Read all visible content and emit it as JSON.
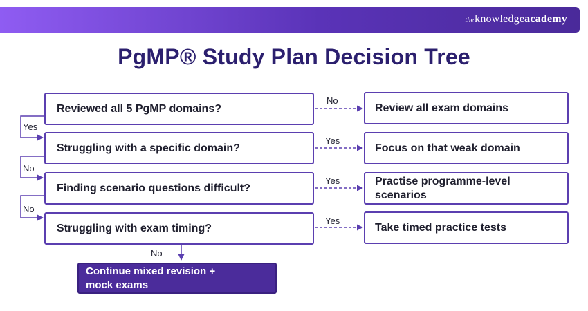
{
  "brand": {
    "prefix": "the",
    "name": "knowledge",
    "suffix": "academy"
  },
  "title": "PgMP® Study Plan Decision Tree",
  "questions": [
    "Reviewed all 5 PgMP domains?",
    "Struggling with a specific domain?",
    "Finding scenario questions difficult?",
    "Struggling with exam timing?"
  ],
  "actions": [
    "Review all exam domains",
    "Focus on that weak domain",
    "Practise programme-level scenarios",
    "Take timed practice tests"
  ],
  "right_labels": [
    "No",
    "Yes",
    "Yes",
    "Yes"
  ],
  "left_labels": [
    "Yes",
    "No",
    "No"
  ],
  "bottom_label": "No",
  "final": "Continue mixed revision + mock exams",
  "colors": {
    "accent": "#5b3fb0",
    "title": "#2b1f6e",
    "final_bg": "#4b2c9b"
  }
}
